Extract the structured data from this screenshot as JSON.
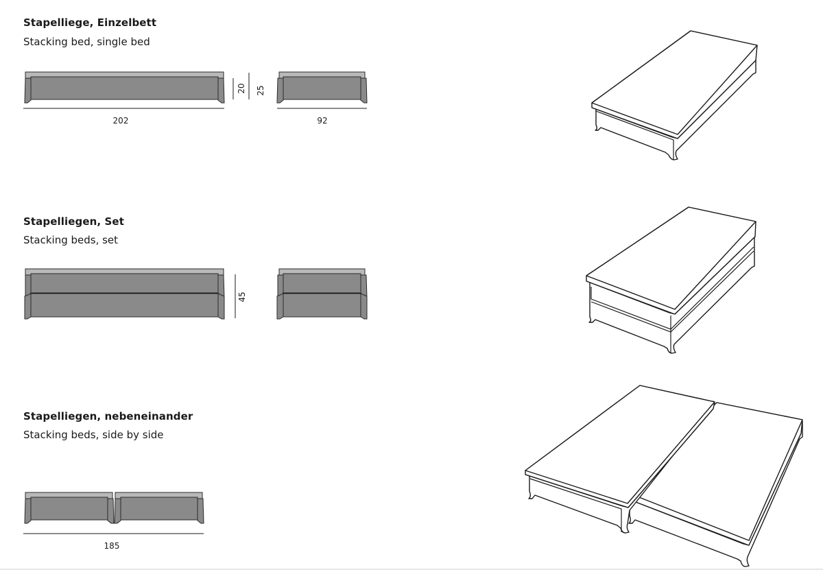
{
  "sections": [
    {
      "title": "Stapelliege, Einzelbett",
      "subtitle": "Stacking bed, single bed",
      "dimensions": {
        "length": "202",
        "width": "92",
        "height_frame": "20",
        "height_total": "25"
      }
    },
    {
      "title": "Stapelliegen, Set",
      "subtitle": "Stacking beds, set",
      "dimensions": {
        "height": "45"
      }
    },
    {
      "title": "Stapelliegen, nebeneinander",
      "subtitle": "Stacking beds, side by side",
      "dimensions": {
        "width": "185"
      }
    }
  ],
  "colors": {
    "frame_fill": "#8a8a8a",
    "mattress_fill": "#b9b9b9",
    "outline": "#2a2a2a"
  }
}
